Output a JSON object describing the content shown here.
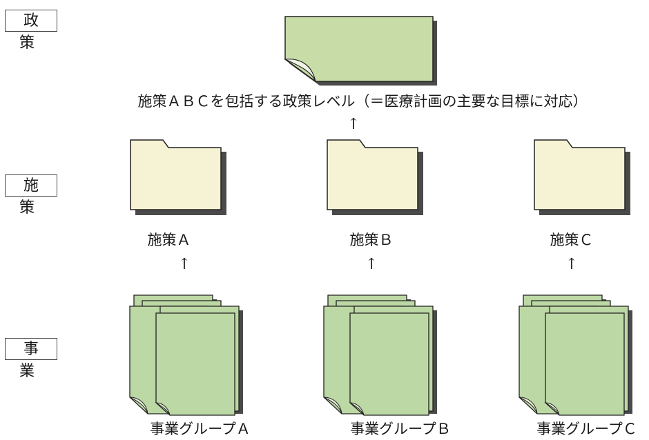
{
  "levels": {
    "policy": "政策",
    "measure": "施策",
    "project": "事業"
  },
  "policy_caption": "施策ＡＢＣを包括する政策レベル（＝医療計画の主要な目標に対応）",
  "measures": [
    {
      "label": "施策Ａ"
    },
    {
      "label": "施策Ｂ"
    },
    {
      "label": "施策Ｃ"
    }
  ],
  "project_groups": [
    {
      "label": "事業グループＡ"
    },
    {
      "label": "事業グループＢ"
    },
    {
      "label": "事業グループＣ"
    }
  ],
  "arrow_glyph": "↑",
  "colors": {
    "policy_doc_fill": "#c8dca8",
    "folder_fill": "#f6f3d4",
    "project_doc_fill": "#bcd8a4",
    "outline": "#222222",
    "shadow": "#4a4a4a"
  }
}
